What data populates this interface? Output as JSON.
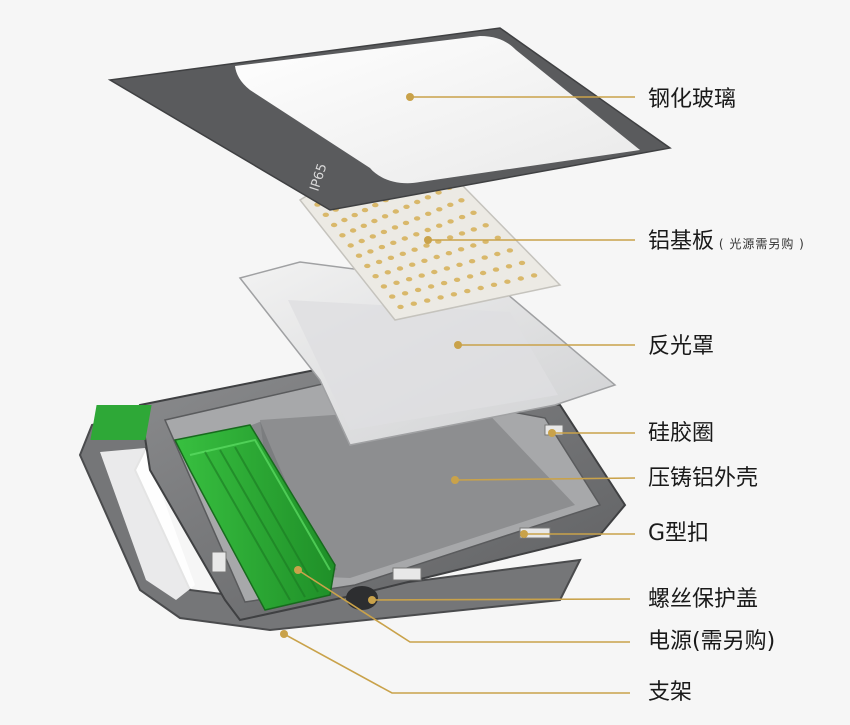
{
  "diagram": {
    "panel_mark": "IP65",
    "parts": [
      {
        "id": "glass",
        "label": "钢化玻璃",
        "note": ""
      },
      {
        "id": "board",
        "label": "铝基板",
        "note": "( 光源需另购 )"
      },
      {
        "id": "reflector",
        "label": "反光罩",
        "note": ""
      },
      {
        "id": "gasket",
        "label": "硅胶圈",
        "note": ""
      },
      {
        "id": "housing",
        "label": "压铸铝外壳",
        "note": ""
      },
      {
        "id": "clip",
        "label": "G型扣",
        "note": ""
      },
      {
        "id": "cap",
        "label": "螺丝保护盖",
        "note": ""
      },
      {
        "id": "driver",
        "label": "电源(需另购)",
        "note": ""
      },
      {
        "id": "bracket",
        "label": "支架",
        "note": ""
      }
    ]
  },
  "colors": {
    "leader_line": "#c9a24a",
    "driver_green": "#2ea837",
    "housing": "#6d6e70",
    "glass_frame": "#5a5b5d"
  }
}
